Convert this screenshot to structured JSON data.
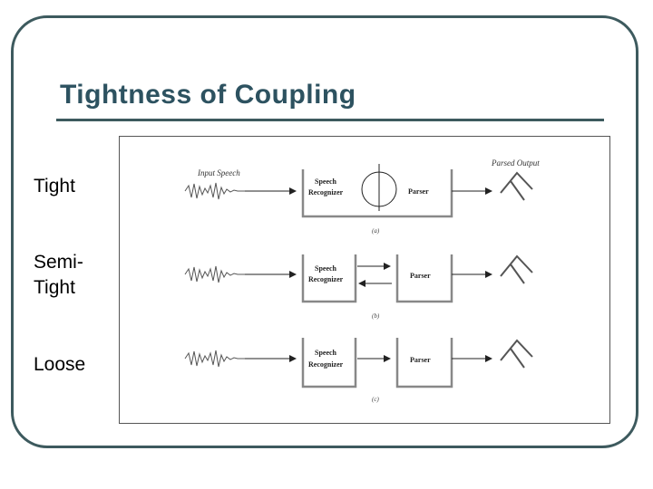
{
  "slide": {
    "title": "Tightness of Coupling",
    "labels": {
      "tight": "Tight",
      "semi_tight": "Semi-\nTight",
      "loose": "Loose"
    }
  },
  "diagram": {
    "input_label": "Input Speech",
    "output_label": "Parsed Output",
    "recognizer_line1": "Speech",
    "recognizer_line2": "Recognizer",
    "parser_label": "Parser",
    "captions": [
      "(a)",
      "(b)",
      "(c)"
    ]
  },
  "colors": {
    "frame": "#3d5a5e",
    "title": "#2d5260"
  }
}
